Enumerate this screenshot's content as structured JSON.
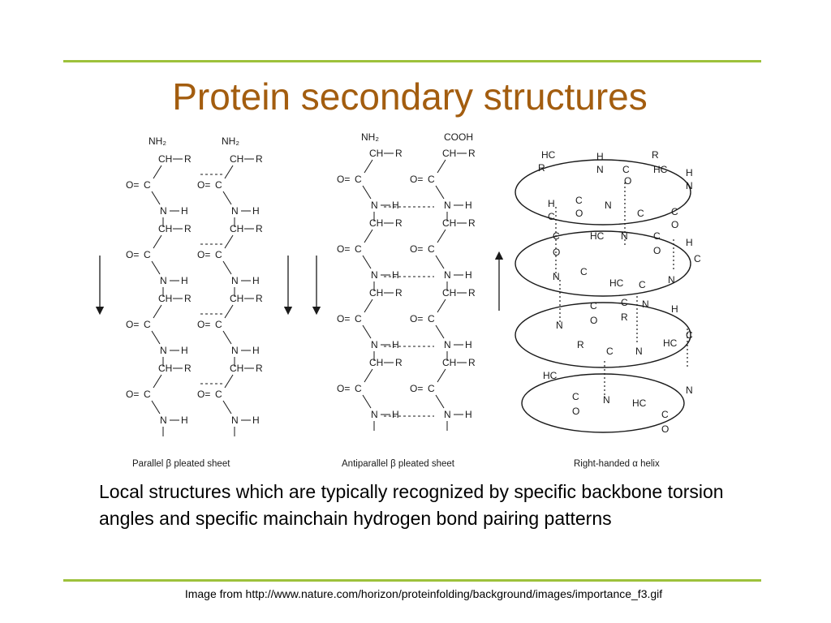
{
  "slide": {
    "title": "Protein secondary structures",
    "caption": "Local structures which are typically recognized by specific backbone torsion angles and specific mainchain hydrogen bond pairing patterns",
    "source": "Image from http://www.nature.com/horizon/proteinfolding/background/images/importance_f3.gif"
  },
  "figure": {
    "panels": [
      {
        "label": "Parallel β pleated sheet",
        "direction": "parallel",
        "top_left": "NH₂",
        "top_right": "NH₂"
      },
      {
        "label": "Antiparallel β pleated sheet",
        "direction": "antiparallel",
        "top_left": "NH₂",
        "top_right": "COOH"
      },
      {
        "label": "Right-handed α helix"
      }
    ],
    "arrow_directions": [
      "down",
      "down",
      "down",
      "up"
    ],
    "colors": {
      "title": "#a35d0f",
      "rule": "#9dc13b",
      "ink": "#1a1a1a"
    }
  }
}
